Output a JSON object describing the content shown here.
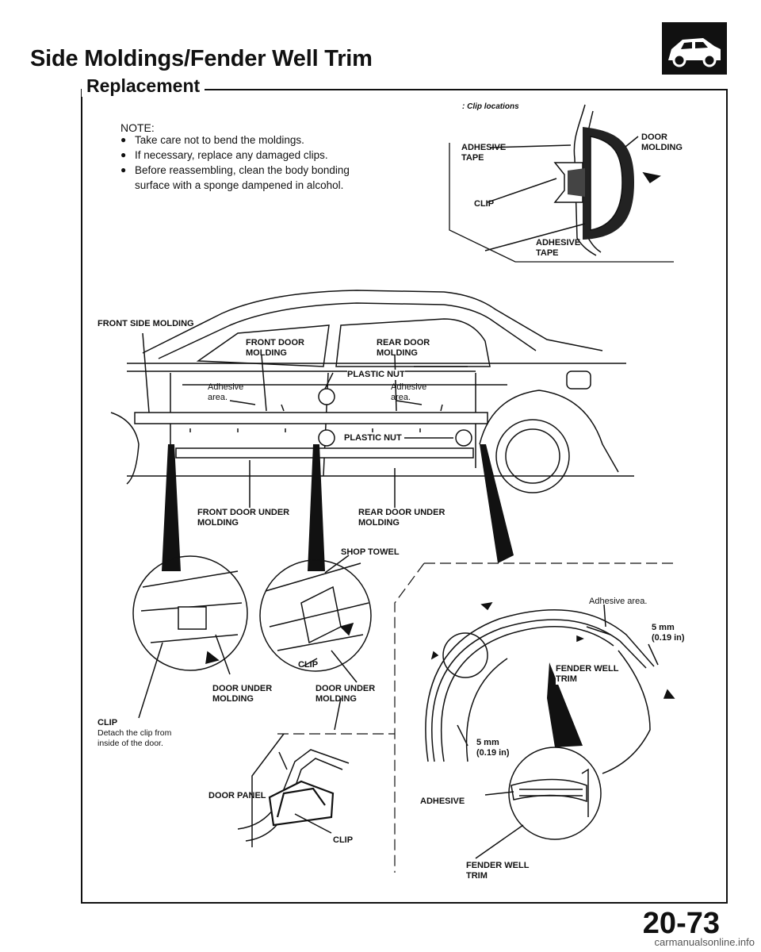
{
  "title": "Side Moldings/Fender Well Trim",
  "section": "Replacement",
  "note": {
    "heading": "NOTE:",
    "items": [
      "Take care not to bend the moldings.",
      "If necessary, replace any damaged clips.",
      "Before reassembling, clean the body bonding surface with a sponge dampened in alcohol."
    ]
  },
  "labels": {
    "clip_locations": ": Clip locations",
    "adhesive_tape_top": "ADHESIVE\nTAPE",
    "clip_top": "CLIP",
    "door_molding": "DOOR\nMOLDING",
    "adhesive_tape_bottom": "ADHESIVE\nTAPE",
    "front_side_molding": "FRONT SIDE MOLDING",
    "front_door_molding": "FRONT DOOR\nMOLDING",
    "rear_door_molding": "REAR DOOR\nMOLDING",
    "plastic_nut_upper": "PLASTIC NUT",
    "adhesive_area_left": "Adhesive\narea.",
    "adhesive_area_right": "Adhesive\narea.",
    "plastic_nut_lower": "PLASTIC NUT",
    "front_door_under_molding": "FRONT DOOR UNDER\nMOLDING",
    "rear_door_under_molding": "REAR DOOR UNDER\nMOLDING",
    "shop_towel": "SHOP TOWEL",
    "clip_detail": "CLIP",
    "door_under_molding_left": "DOOR UNDER\nMOLDING",
    "door_under_molding_right": "DOOR UNDER\nMOLDING",
    "clip_bottom_left": "CLIP",
    "clip_instruction": "Detach the clip from\ninside of the door.",
    "door_panel": "DOOR PANEL",
    "clip_door_panel": "CLIP",
    "adhesive_area_fender": "Adhesive area.",
    "dimension_top": "5 mm\n(0.19 in)",
    "fender_well_trim_mid": "FENDER WELL\nTRIM",
    "dimension_bottom": "5 mm\n(0.19 in)",
    "adhesive_fender": "ADHESIVE",
    "fender_well_trim_bottom": "FENDER WELL\nTRIM"
  },
  "page_number": "20-73",
  "watermark": "carmanualsonline.info"
}
